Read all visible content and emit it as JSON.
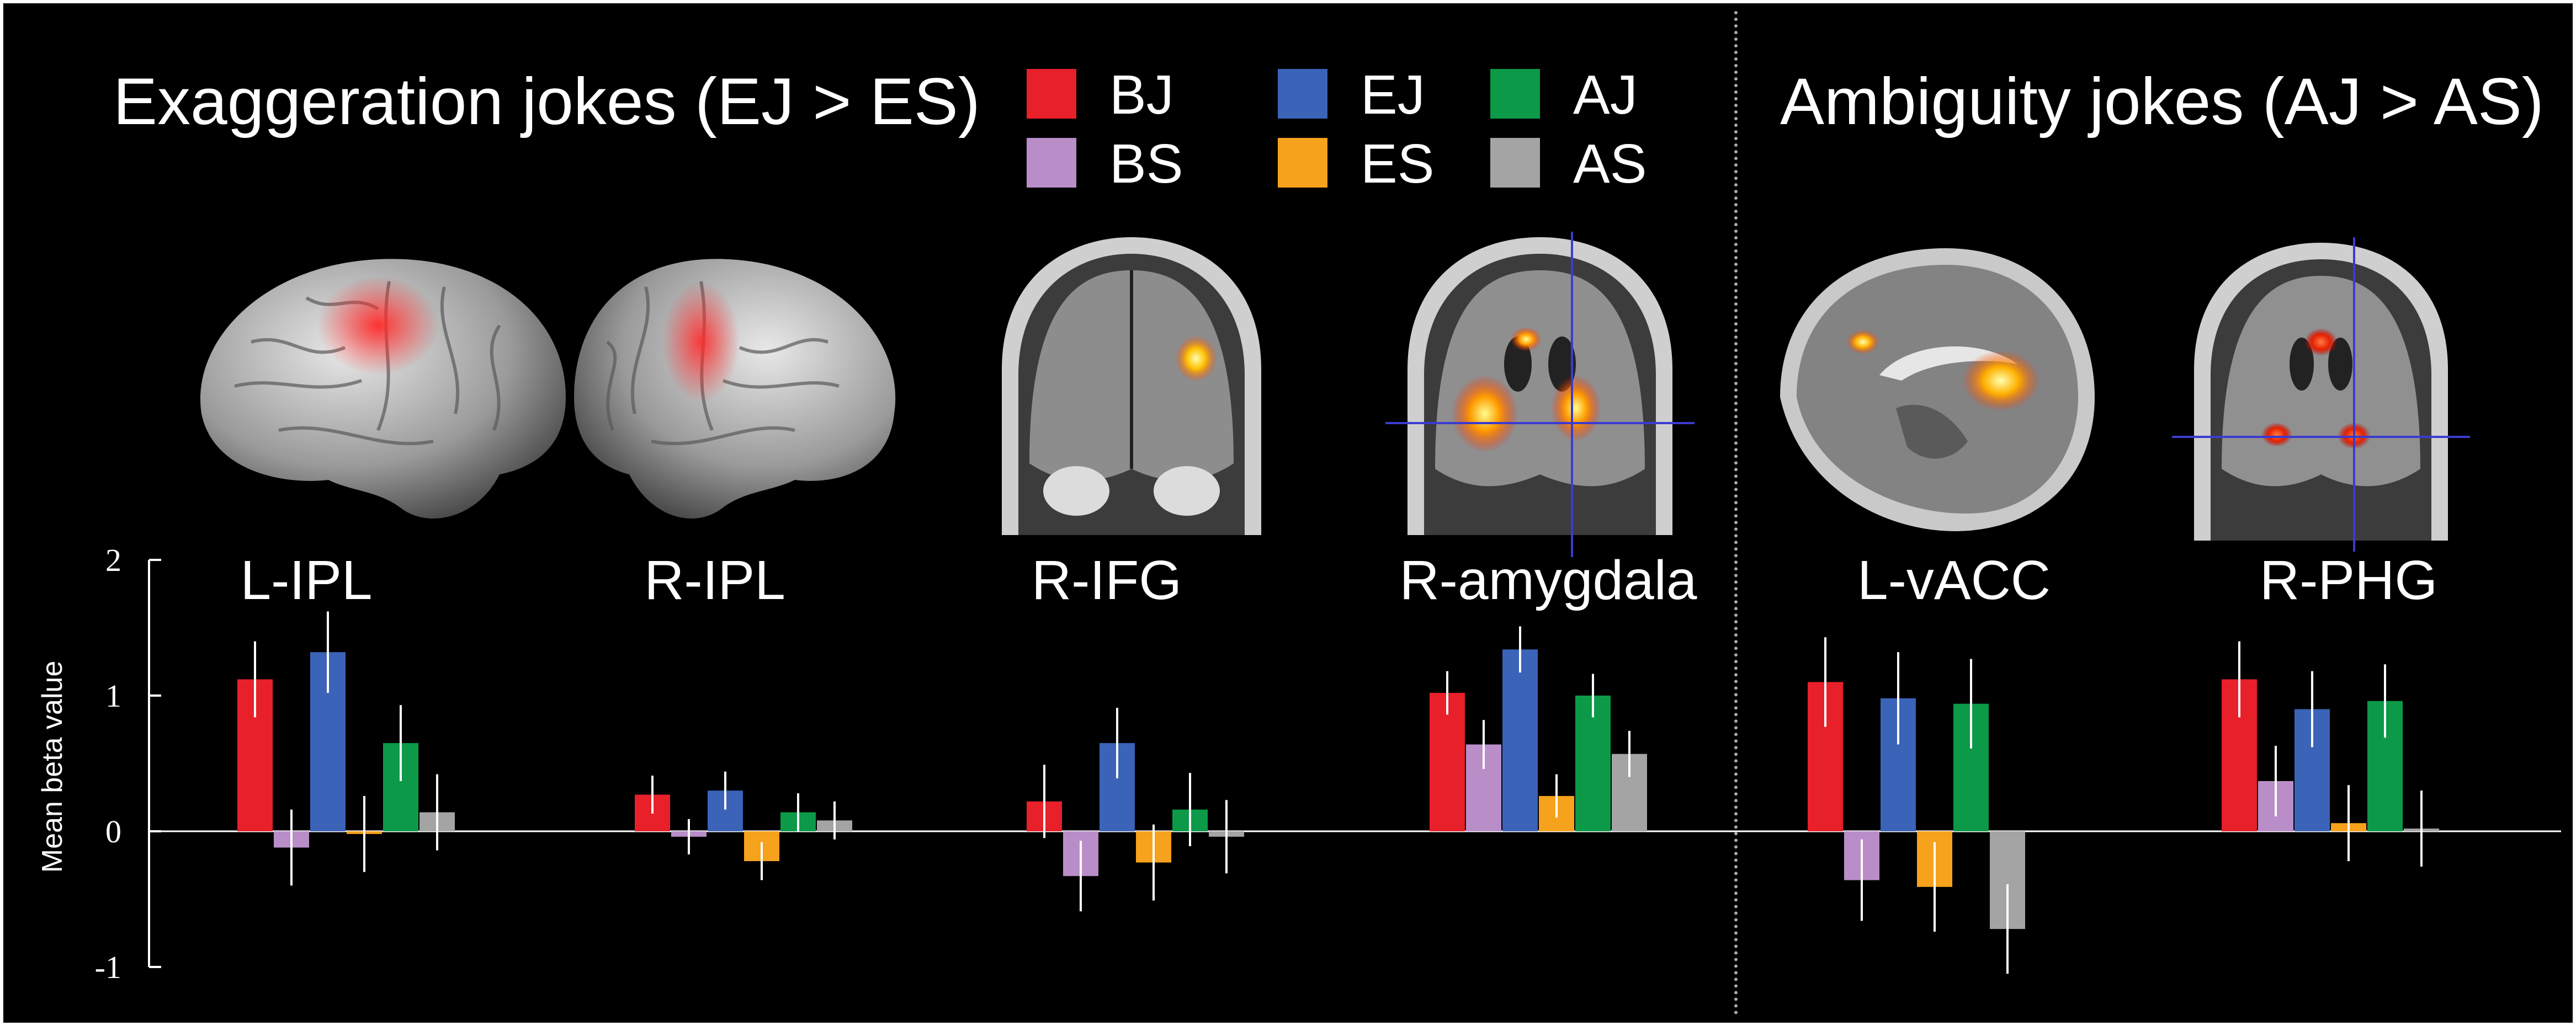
{
  "titles": {
    "exaggeration": "Exaggeration jokes (EJ > ES)",
    "ambiguity": "Ambiguity jokes (AJ > AS)"
  },
  "legend": [
    {
      "code": "BJ",
      "color": "#e8202a"
    },
    {
      "code": "EJ",
      "color": "#3b63b8"
    },
    {
      "code": "AJ",
      "color": "#0c9a48"
    },
    {
      "code": "BS",
      "color": "#b98ec8"
    },
    {
      "code": "ES",
      "color": "#f6a21c"
    },
    {
      "code": "AS",
      "color": "#a4a4a4"
    }
  ],
  "panels": [
    {
      "type": "brain-lateral-left",
      "label": "L-IPL"
    },
    {
      "type": "brain-lateral-right",
      "label": "R-IPL"
    },
    {
      "type": "mri-coronal",
      "label": "R-IFG"
    },
    {
      "type": "mri-coronal-cross",
      "label": "R-amygdala"
    },
    {
      "type": "mri-sagittal",
      "label": "L-vACC"
    },
    {
      "type": "mri-coronal-cross",
      "label": "R-PHG"
    }
  ],
  "chart_data": {
    "type": "bar",
    "ylabel": "Mean beta value",
    "ylim": [
      -1,
      2
    ],
    "yticks": [
      "-1",
      "0",
      "1",
      "2"
    ],
    "categories": [
      "L-IPL",
      "R-IPL",
      "R-IFG",
      "R-amygdala",
      "L-vACC",
      "R-PHG"
    ],
    "series": [
      {
        "name": "BJ",
        "color": "#e8202a",
        "values": [
          1.12,
          0.27,
          0.22,
          1.02,
          1.1,
          1.12
        ],
        "errors": [
          0.28,
          0.14,
          0.27,
          0.16,
          0.33,
          0.28
        ]
      },
      {
        "name": "BS",
        "color": "#b98ec8",
        "values": [
          -0.12,
          -0.04,
          -0.33,
          0.64,
          -0.36,
          0.37
        ],
        "errors": [
          0.28,
          0.13,
          0.26,
          0.18,
          0.3,
          0.26
        ]
      },
      {
        "name": "EJ",
        "color": "#3b63b8",
        "values": [
          1.32,
          0.3,
          0.65,
          1.34,
          0.98,
          0.9
        ],
        "errors": [
          0.3,
          0.14,
          0.26,
          0.17,
          0.34,
          0.28
        ]
      },
      {
        "name": "ES",
        "color": "#f6a21c",
        "values": [
          -0.02,
          -0.22,
          -0.23,
          0.26,
          -0.41,
          0.06
        ],
        "errors": [
          0.28,
          0.14,
          0.28,
          0.16,
          0.33,
          0.28
        ]
      },
      {
        "name": "AJ",
        "color": "#0c9a48",
        "values": [
          0.65,
          0.14,
          0.16,
          1.0,
          0.94,
          0.96
        ],
        "errors": [
          0.28,
          0.14,
          0.27,
          0.16,
          0.33,
          0.27
        ]
      },
      {
        "name": "AS",
        "color": "#a4a4a4",
        "values": [
          0.14,
          0.08,
          -0.04,
          0.57,
          -0.72,
          0.02
        ],
        "errors": [
          0.28,
          0.14,
          0.27,
          0.17,
          0.33,
          0.28
        ]
      }
    ]
  }
}
